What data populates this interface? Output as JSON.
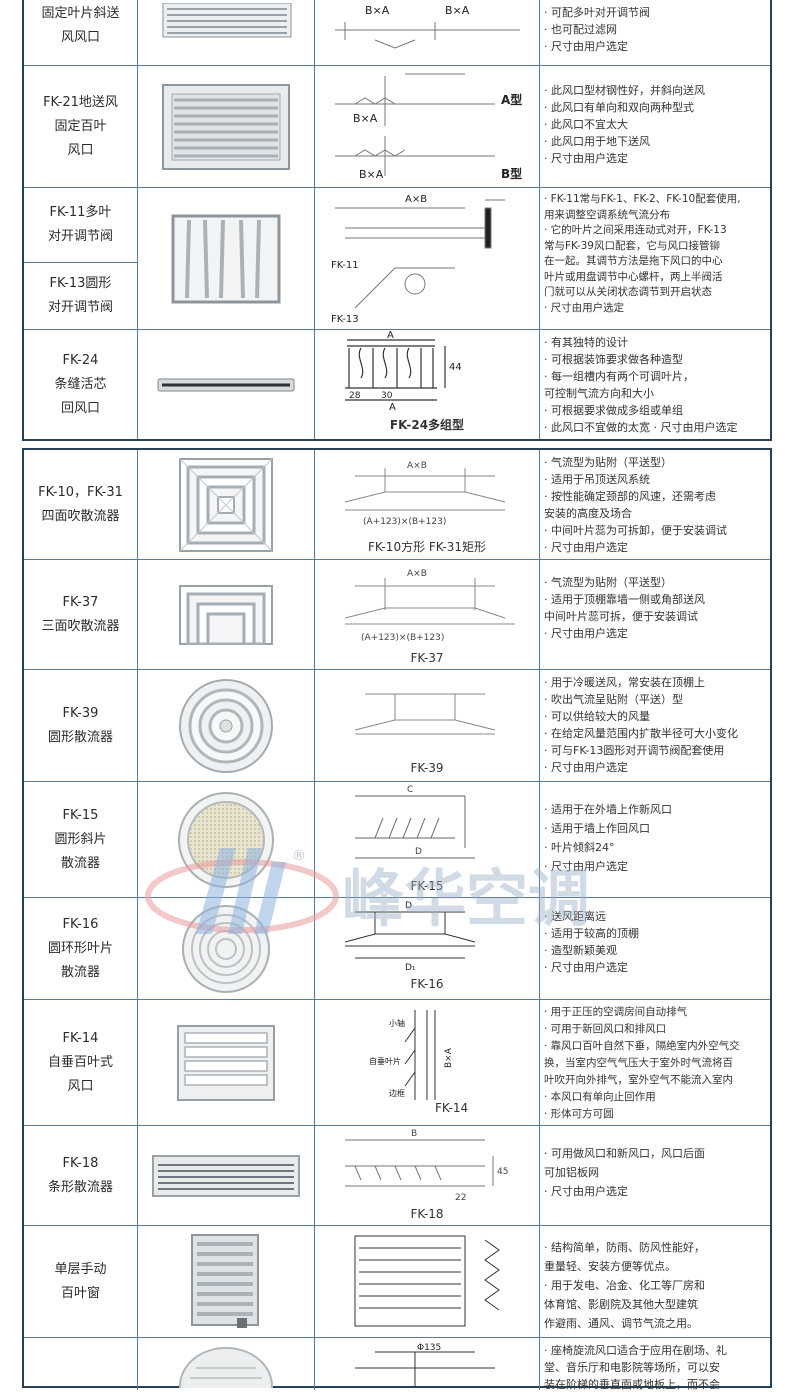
{
  "watermark": {
    "brand": "峰华空调",
    "reg": "®"
  },
  "table1": {
    "rows": [
      {
        "name": "固定叶片斜送\n风风口",
        "features": "· 可配多叶对开调节阀\n· 也可配过滤网\n· 尺寸由用户选定",
        "drawing_labels": [
          "B×A",
          "B×A"
        ]
      },
      {
        "name": "FK-21地送风\n固定百叶\n风口",
        "features": "· 此风口型材钢性好，并斜向送风\n· 此风口有单向和双向两种型式\n· 此风口不宜太大\n· 此风口用于地下送风\n· 尺寸由用户选定",
        "drawing_labels": [
          "B×A",
          "A型",
          "B×A",
          "B型"
        ]
      },
      {
        "names": [
          "FK-11多叶\n对开调节阀",
          "FK-13圆形\n对开调节阀"
        ],
        "features": "· FK-11常与FK-1、FK-2、FK-10配套使用,\n  用来调整空调系统气流分布\n· 它的叶片之间采用连动式对开，FK-13\n  常与FK-39风口配套，它与风口接管铆\n  在一起。其调节方法是拖下风口的中心\n  叶片或用盘调节中心螺杆，两上半阀活\n  门就可以从关闭状态调节到开启状态\n· 尺寸由用户选定",
        "drawing_labels": [
          "A×B",
          "FK-11",
          "FK-13"
        ]
      },
      {
        "name": "FK-24\n条缝活芯\n回风口",
        "features": "· 有其独特的设计\n· 可根据装饰要求做各种造型\n· 每一组槽内有两个可调叶片，\n  可控制气流方向和大小\n· 可根据要求做成多组或单组\n· 此风口不宜做的太宽 · 尺寸由用户选定",
        "drawing_labels": [
          "A",
          "44",
          "28",
          "30",
          "A"
        ],
        "drawing_caption": "FK-24多组型"
      }
    ]
  },
  "table2": {
    "rows": [
      {
        "name": "FK-10，FK-31\n四面吹散流器",
        "features": "· 气流型为贴附（平送型）\n· 适用于吊顶送风系统\n· 按性能确定颈部的风速，还需考虑\n  安装的高度及场合\n· 中间叶片蕊为可拆卸，便于安装调试\n· 尺寸由用户选定",
        "drawing_labels": [
          "A×B",
          "(A+123)×(B+123)"
        ],
        "drawing_caption": "FK-10方形 FK-31矩形"
      },
      {
        "name": "FK-37\n三面吹散流器",
        "features": "· 气流型为贴附（平送型）\n· 适用于顶棚靠墙一侧或角部送风\n  中间叶片蕊可拆，便于安装调试\n· 尺寸由用户选定",
        "drawing_labels": [
          "A×B",
          "(A+123)×(B+123)"
        ],
        "drawing_caption": "FK-37"
      },
      {
        "name": "FK-39\n圆形散流器",
        "features": "· 用于冷暖送风，常安装在顶棚上\n· 吹出气流呈贴附（平送）型\n· 可以供给较大的风量\n· 在给定风量范围内扩散半径可大小变化\n· 可与FK-13圆形对开调节阀配套使用\n· 尺寸由用户选定",
        "drawing_caption": "FK-39"
      },
      {
        "name": "FK-15\n圆形斜片\n散流器",
        "features": "· 适用于在外墙上作新风口\n· 适用于墙上作回风口\n· 叶片倾斜24°\n· 尺寸由用户选定",
        "drawing_labels": [
          "C",
          "D"
        ],
        "drawing_caption": "FK-15"
      },
      {
        "name": "FK-16\n圆环形叶片\n散流器",
        "features": "· 送风距离远\n· 适用于较高的顶棚\n· 造型新颖美观\n· 尺寸由用户选定",
        "drawing_labels": [
          "D",
          "D₁"
        ],
        "drawing_caption": "FK-16"
      },
      {
        "name": "FK-14\n自垂百叶式\n风口",
        "features": "· 用于正压的空调房间自动排气\n· 可用于新回风口和排风口\n· 靠风口百叶自然下垂，隔绝室内外空气交\n  换，当室内空气气压大于室外时气流将百\n  叶吹开向外排气，室外空气不能流入室内\n· 本风口有单向止回作用\n· 形体可方可圆",
        "drawing_labels": [
          "小轴",
          "B×A",
          "自垂叶片",
          "边框"
        ],
        "drawing_caption": "FK-14"
      },
      {
        "name": "FK-18\n条形散流器",
        "features": "· 可用做风口和新风口，风口后面\n  可加铝板网\n· 尺寸由用户选定",
        "drawing_labels": [
          "B",
          "22",
          "45"
        ],
        "drawing_caption": "FK-18"
      },
      {
        "name": "单层手动\n百叶窗",
        "features": "· 结构简单，防雨、防风性能好，\n  重量轻、安装方便等优点。\n· 用于发电、冶金、化工等厂房和\n  体育馆、影剧院及其他大型建筑\n  作避雨、通风、调节气流之用。"
      },
      {
        "name": "",
        "features": "· 座椅旋流风口适合于应用在剧场、礼\n  堂、音乐厅和电影院等场所，可以安\n  装在阶梯的垂直面或地板上，而不会",
        "drawing_labels": [
          "Φ135"
        ]
      }
    ]
  }
}
